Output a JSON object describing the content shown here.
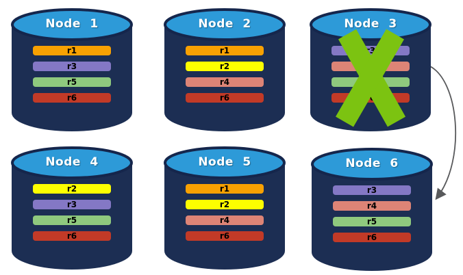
{
  "background_color": "#FFFFFF",
  "colors": {
    "cylinder_body": "#1C2E53",
    "cylinder_top": "#2D9AD8",
    "cylinder_outline": "#15264C",
    "title_text": "#FFFFFF",
    "bar_text": "#000000",
    "failure_x": "#7CC311",
    "arrow": "#58595B",
    "replicas": {
      "r1": "#F8A102",
      "r2": "#FDFF00",
      "r3": "#8478C5",
      "r4": "#DD8476",
      "r5": "#8FC97E",
      "r6": "#C23A27"
    }
  },
  "nodes": [
    {
      "label": "Node 1",
      "replicas": [
        "r1",
        "r3",
        "r5",
        "r6"
      ],
      "failed": false
    },
    {
      "label": "Node 2",
      "replicas": [
        "r1",
        "r2",
        "r4",
        "r6"
      ],
      "failed": false
    },
    {
      "label": "Node 3",
      "replicas": [
        "r3",
        "r4",
        "r5",
        "r6"
      ],
      "failed": true
    },
    {
      "label": "Node 4",
      "replicas": [
        "r2",
        "r3",
        "r5",
        "r6"
      ],
      "failed": false
    },
    {
      "label": "Node 5",
      "replicas": [
        "r1",
        "r2",
        "r4",
        "r6"
      ],
      "failed": false
    },
    {
      "label": "Node 6",
      "replicas": [
        "r3",
        "r4",
        "r5",
        "r6"
      ],
      "failed": false
    }
  ],
  "annotations": {
    "failed_node": "Node 3",
    "failover_arrow": {
      "from": "Node 3",
      "to": "Node 6"
    }
  }
}
